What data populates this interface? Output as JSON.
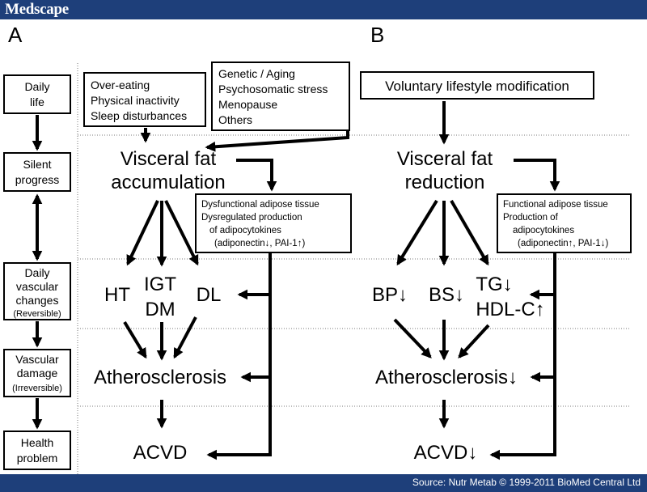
{
  "header": {
    "logo": "Medscape"
  },
  "footer": {
    "source": "Source: Nutr Metab © 1999-2011 BioMed Central Ltd"
  },
  "panel_a": {
    "letter": "A",
    "stages": [
      {
        "lines": [
          "Daily",
          "life"
        ]
      },
      {
        "lines": [
          "Silent",
          "progress"
        ]
      },
      {
        "lines": [
          "Daily",
          "vascular",
          "changes",
          "(Reversible)"
        ]
      },
      {
        "lines": [
          "Vascular",
          "damage",
          "(Irreversible)"
        ]
      },
      {
        "lines": [
          "Health",
          "problem"
        ]
      }
    ],
    "lifestyle_box": [
      "Over-eating",
      "Physical inactivity",
      "Sleep disturbances"
    ],
    "factors_box": [
      "Genetic / Aging",
      "Psychosomatic stress",
      "Menopause",
      "Others"
    ],
    "visceral": [
      "Visceral fat",
      "accumulation"
    ],
    "adipose_box": [
      "Dysfunctional adipose tissue",
      "Dysregulated production",
      "of adipocytokines",
      "(adiponectin↓, PAI-1↑)"
    ],
    "ht": "HT",
    "igt": "IGT",
    "dm": "DM",
    "dl": "DL",
    "athero": "Atherosclerosis",
    "acvd": "ACVD"
  },
  "panel_b": {
    "letter": "B",
    "modification_box": "Voluntary lifestyle modification",
    "visceral": [
      "Visceral fat",
      "reduction"
    ],
    "adipose_box": [
      "Functional adipose tissue",
      "Production of",
      "adipocytokines",
      "(adiponectin↑, PAI-1↓)"
    ],
    "bp": "BP↓",
    "bs": "BS↓",
    "tg": "TG↓",
    "hdl": "HDL-C↑",
    "athero": "Atherosclerosis↓",
    "acvd": "ACVD↓"
  }
}
